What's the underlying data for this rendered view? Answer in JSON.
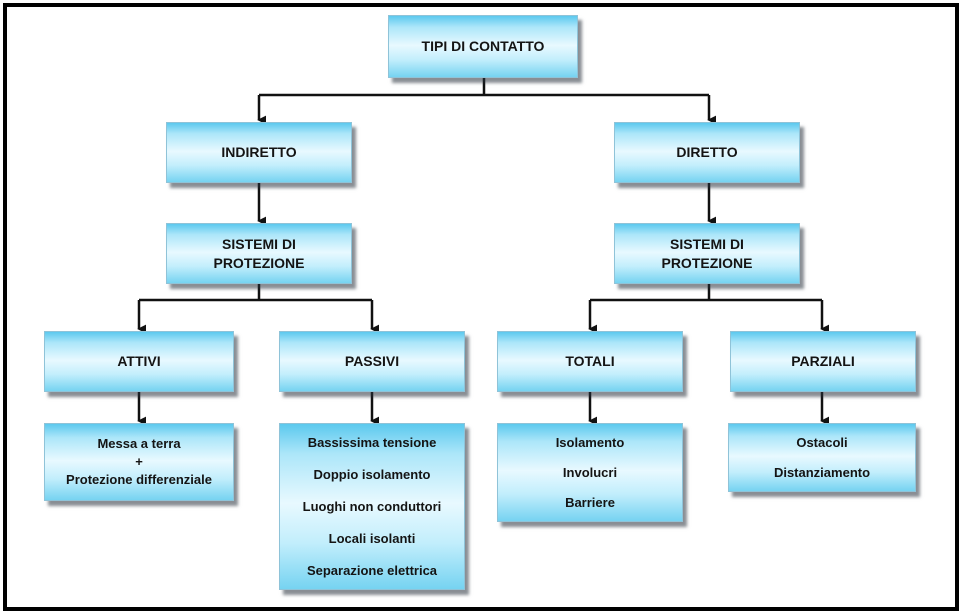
{
  "root": {
    "label": "TIPI DI CONTATTO"
  },
  "indiretto": {
    "label": "INDIRETTO",
    "sistemi": "SISTEMI DI PROTEZIONE",
    "attivi": {
      "label": "ATTIVI",
      "items": [
        "Messa a terra",
        "+",
        "Protezione differenziale"
      ]
    },
    "passivi": {
      "label": "PASSIVI",
      "items": [
        "Bassissima tensione",
        "Doppio isolamento",
        "Luoghi non conduttori",
        "Locali isolanti",
        "Separazione elettrica"
      ]
    }
  },
  "diretto": {
    "label": "DIRETTO",
    "sistemi": "SISTEMI DI PROTEZIONE",
    "totali": {
      "label": "TOTALI",
      "items": [
        "Isolamento",
        "Involucri",
        "Barriere"
      ]
    },
    "parziali": {
      "label": "PARZIALI",
      "items": [
        "Ostacoli",
        "Distanziamento"
      ]
    }
  },
  "colors": {
    "box_light": "#e8f9ff",
    "box_dark": "#5cc9ee",
    "line": "#111111",
    "frame": "#000000"
  }
}
